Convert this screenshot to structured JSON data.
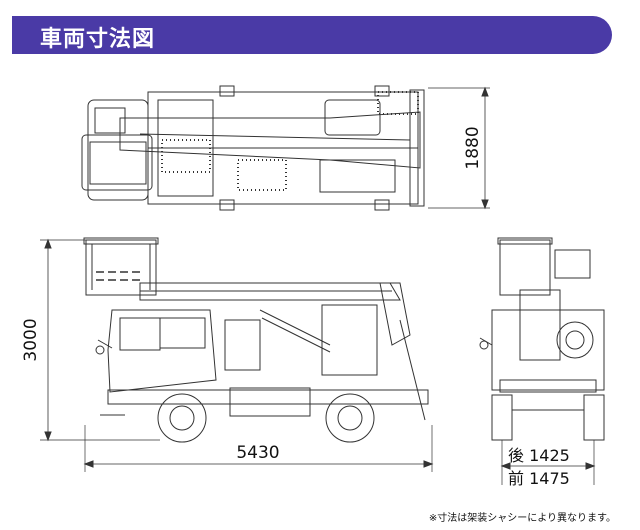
{
  "title": "車両寸法図",
  "colors": {
    "title_bg": "#4a3aa6",
    "title_text": "#ffffff",
    "line": "#333333"
  },
  "dimensions": {
    "top_view_width": "1880",
    "side_height": "3000",
    "side_length": "5430",
    "rear_tread": "後 1425",
    "front_tread": "前 1475"
  },
  "footnote": "※寸法は架装シャシーにより異なります。"
}
